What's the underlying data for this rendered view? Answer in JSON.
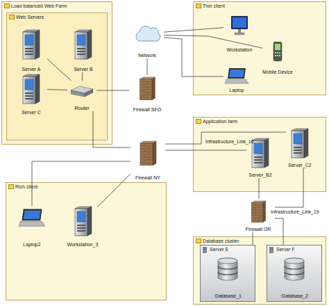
{
  "diagram": {
    "nodes": [
      {
        "text": [
          "Load balanced Web Farm"
        ]
      },
      {
        "text": [
          "Web Servers"
        ],
        "in": 0
      },
      {
        "text": [
          "Server A"
        ],
        "in": 1
      },
      {
        "text": [
          "Server B"
        ],
        "in": 1
      },
      {
        "text": [
          "Server C"
        ],
        "in": 1
      },
      {
        "text": [
          "Router"
        ],
        "in": 1
      },
      {
        "text": [
          "Network"
        ]
      },
      {
        "text": [
          "Firewall SFO"
        ]
      },
      {
        "text": [
          "Thin client"
        ]
      },
      {
        "text": [
          "Workstation"
        ],
        "in": 8
      },
      {
        "text": [
          "Mobile Device"
        ],
        "in": 8
      },
      {
        "text": [
          "Laptop"
        ],
        "in": 8
      },
      {
        "text": [
          "Application farm"
        ]
      },
      {
        "text": [
          "Server_B2"
        ],
        "in": 12
      },
      {
        "text": [
          "Server_C2"
        ],
        "in": 12
      },
      {
        "text": [
          "Firewall NY"
        ]
      },
      {
        "text": [
          "Rich client"
        ]
      },
      {
        "text": [
          "Laptop2"
        ],
        "in": 16
      },
      {
        "text": [
          "Workstation_3"
        ],
        "in": 16
      },
      {
        "text": [
          "Firewall OR"
        ]
      },
      {
        "text": [
          "Database cluster"
        ]
      },
      {
        "text": [
          "Server E"
        ],
        "in": 20
      },
      {
        "text": [
          ":Database_1"
        ],
        "in": 21
      },
      {
        "text": [
          "Server F"
        ],
        "in": 20
      },
      {
        "text": [
          ":Database_2"
        ],
        "in": 23
      }
    ],
    "edges": [
      {
        "from": 2,
        "to": 5,
        "arrow": "none"
      },
      {
        "from": 3,
        "to": 5,
        "arrow": "none"
      },
      {
        "from": 4,
        "to": 5,
        "arrow": "none"
      },
      {
        "from": 5,
        "to": 7,
        "arrow": "none"
      },
      {
        "from": 7,
        "to": 6,
        "arrow": "none"
      },
      {
        "from": 6,
        "to": 9,
        "arrow": "none"
      },
      {
        "from": 6,
        "to": 10,
        "arrow": "none"
      },
      {
        "from": 6,
        "to": 11,
        "arrow": "none"
      },
      {
        "from": 5,
        "to": 15,
        "arrow": "none"
      },
      {
        "from": 15,
        "to": 13,
        "label": "Infrastructure_Link_16",
        "arrow": "none"
      },
      {
        "from": 15,
        "to": 14,
        "arrow": "none"
      },
      {
        "from": 15,
        "to": 17,
        "arrow": "none"
      },
      {
        "from": 15,
        "to": 18,
        "arrow": "none"
      },
      {
        "from": 13,
        "to": 19,
        "arrow": "none"
      },
      {
        "from": 14,
        "to": 19,
        "label": "Infrastructure_Link_19",
        "arrow": "none"
      },
      {
        "from": 19,
        "to": 21,
        "arrow": "none"
      },
      {
        "from": 19,
        "to": 23,
        "arrow": "none"
      }
    ]
  }
}
